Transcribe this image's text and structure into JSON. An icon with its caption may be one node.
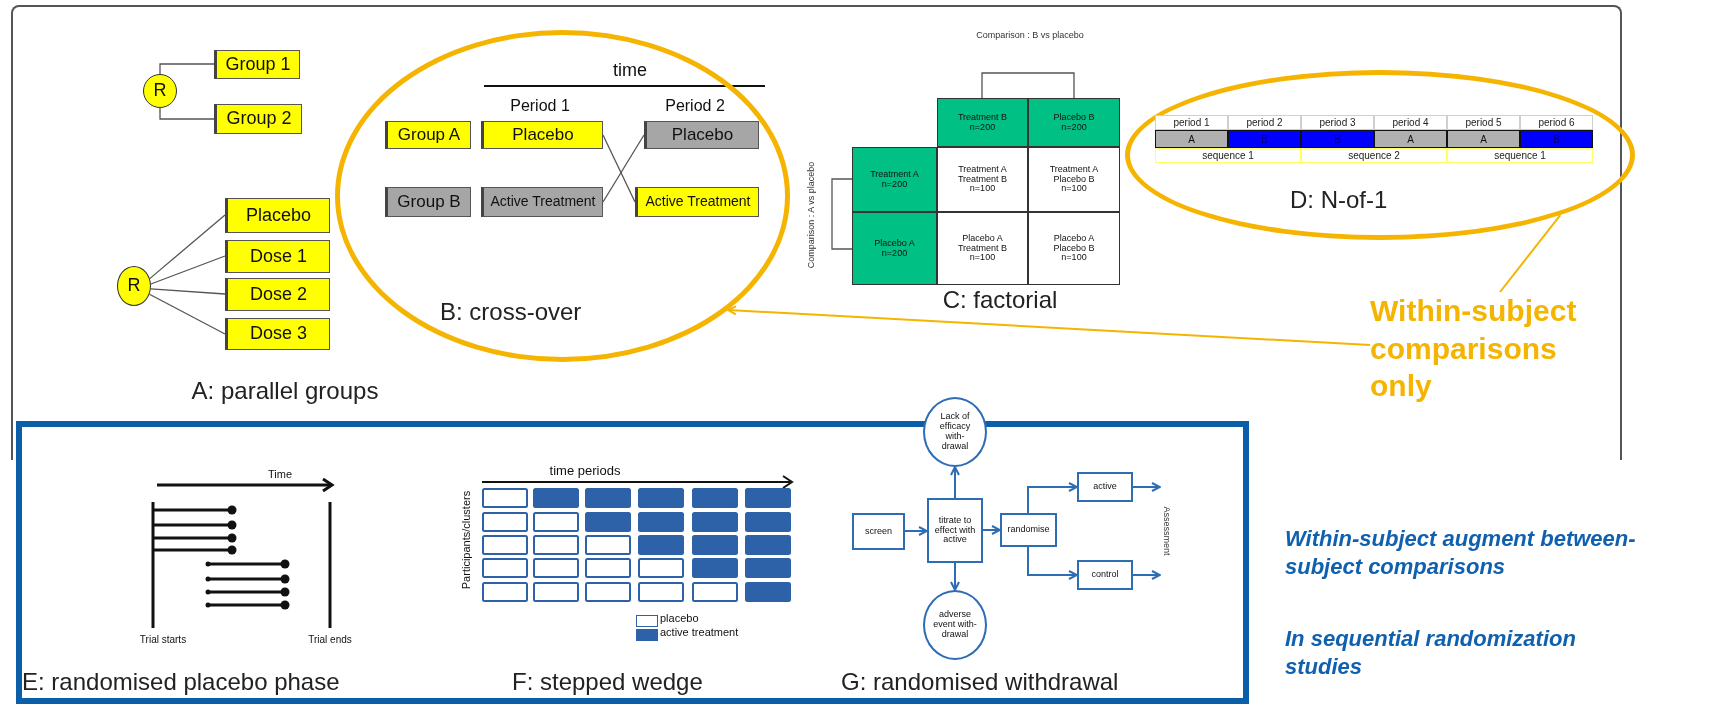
{
  "diagram": {
    "nodes": [
      {
        "text": [
          "R"
        ]
      },
      {
        "text": [
          "Group 1"
        ]
      },
      {
        "text": [
          "Group 2"
        ]
      },
      {
        "text": [
          "R"
        ]
      },
      {
        "text": [
          "Placebo"
        ]
      },
      {
        "text": [
          "Dose 1"
        ]
      },
      {
        "text": [
          "Dose 2"
        ]
      },
      {
        "text": [
          "Dose 3"
        ]
      },
      {
        "text": [
          "B: cross-over"
        ]
      },
      {
        "text": [
          "Group A"
        ],
        "in": 8
      },
      {
        "text": [
          "Placebo"
        ],
        "in": 8
      },
      {
        "text": [
          "Placebo"
        ],
        "in": 8
      },
      {
        "text": [
          "Group B"
        ],
        "in": 8
      },
      {
        "text": [
          "Active Treatment"
        ],
        "in": 8
      },
      {
        "text": [
          "Active Treatment"
        ],
        "in": 8
      },
      {
        "text": [
          "Treatment B n=200"
        ]
      },
      {
        "text": [
          "Placebo B n=200"
        ]
      },
      {
        "text": [
          "Treatment A n=200"
        ]
      },
      {
        "text": [
          "Treatment A Treatment B n=100"
        ]
      },
      {
        "text": [
          "Treatment A Placebo B n=100"
        ]
      },
      {
        "text": [
          "Placebo A n=200"
        ]
      },
      {
        "text": [
          "Placebo A Treatment B n=100"
        ]
      },
      {
        "text": [
          "Placebo A Placebo B n=100"
        ]
      },
      {
        "text": [
          "D: N-of-1"
        ]
      },
      {
        "text": [
          "Within-subject comparisons only"
        ]
      },
      {
        "text": [
          "E: randomised placebo phase",
          "F: stepped wedge",
          "G: randomised withdrawal"
        ]
      },
      {
        "text": [
          "Lack of efficacy with-drawal"
        ]
      },
      {
        "text": [
          "screen"
        ],
        "in": 25
      },
      {
        "text": [
          "titrate to effect with active"
        ],
        "in": 25
      },
      {
        "text": [
          "randomise"
        ],
        "in": 25
      },
      {
        "text": [
          "active"
        ],
        "in": 25
      },
      {
        "text": [
          "control"
        ],
        "in": 25
      },
      {
        "text": [
          "adverse event with-drawal"
        ],
        "in": 25
      },
      {
        "text": [
          "Assessment"
        ],
        "in": 25
      }
    ],
    "edges": [
      {
        "from": 0,
        "to": 1,
        "arrow": "none"
      },
      {
        "from": 0,
        "to": 2,
        "arrow": "none"
      },
      {
        "from": 3,
        "to": 4,
        "arrow": "none"
      },
      {
        "from": 3,
        "to": 5,
        "arrow": "none"
      },
      {
        "from": 3,
        "to": 6,
        "arrow": "none"
      },
      {
        "from": 3,
        "to": 7,
        "arrow": "none"
      },
      {
        "from": 10,
        "to": 14,
        "arrow": "none"
      },
      {
        "from": 13,
        "to": 11,
        "arrow": "none"
      },
      {
        "from": 27,
        "to": 28,
        "arrow": "to",
        "color": "#2e6db4"
      },
      {
        "from": 28,
        "to": 26,
        "arrow": "to",
        "color": "#2e6db4"
      },
      {
        "from": 28,
        "to": 32,
        "arrow": "to",
        "color": "#2e6db4"
      },
      {
        "from": 28,
        "to": 29,
        "arrow": "to",
        "color": "#2e6db4"
      },
      {
        "from": 29,
        "to": 30,
        "arrow": "to",
        "color": "#2e6db4"
      },
      {
        "from": 29,
        "to": 31,
        "arrow": "to",
        "color": "#2e6db4"
      },
      {
        "from": 30,
        "to": 33,
        "arrow": "to",
        "color": "#2e6db4"
      },
      {
        "from": 31,
        "to": 33,
        "arrow": "to",
        "color": "#2e6db4"
      },
      {
        "from": 24,
        "to": 8,
        "arrow": "to",
        "color": "#f5b400"
      },
      {
        "from": 24,
        "to": 23,
        "arrow": "none",
        "color": "#f5b400"
      },
      {
        "from": 15,
        "to": 16,
        "arrow": "none",
        "label": "Comparison : B vs placebo"
      },
      {
        "from": 17,
        "to": 20,
        "arrow": "none",
        "label": "Comparison : A vs placebo"
      }
    ],
    "labels": [
      "time",
      "Period 1",
      "Period 2",
      "period 1",
      "period 2",
      "period 3",
      "period 4",
      "period 5",
      "period 6",
      "A",
      "B",
      "B",
      "A",
      "A",
      "B",
      "sequence 1",
      "sequence 2",
      "sequence 1",
      "A: parallel groups",
      "C: factorial",
      "Time",
      "time periods",
      "Participants/clusters",
      "Trial starts",
      "Trial ends",
      "Within-subject augment between-subject comparisons",
      "In sequential randomization studies"
    ],
    "legend": [
      {
        "text": "placebo",
        "color": "#ffffff"
      },
      {
        "text": "active treatment",
        "color": "#2e62a8"
      }
    ]
  }
}
